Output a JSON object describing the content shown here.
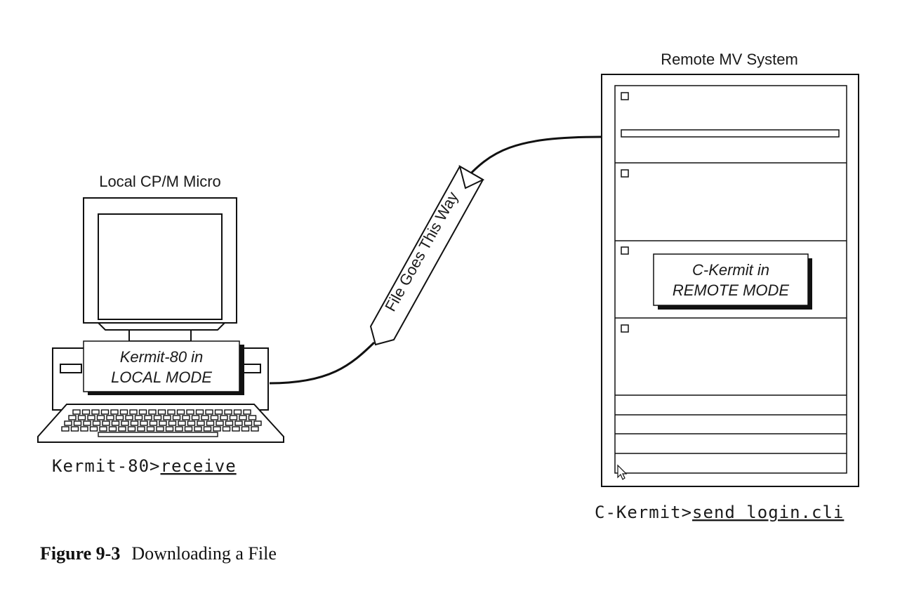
{
  "local": {
    "label": "Local CP/M Micro",
    "badge_line1": "Kermit-80 in",
    "badge_line2": "LOCAL MODE",
    "prompt": "Kermit-80>",
    "command": "receive"
  },
  "remote": {
    "label": "Remote MV System",
    "badge_line1": "C-Kermit in",
    "badge_line2": "REMOTE MODE",
    "prompt": "C-Kermit>",
    "command": "send login.cli"
  },
  "arrow": {
    "text": "File Goes This Way"
  },
  "caption": {
    "number": "Figure 9-3",
    "title": "Downloading a File"
  }
}
